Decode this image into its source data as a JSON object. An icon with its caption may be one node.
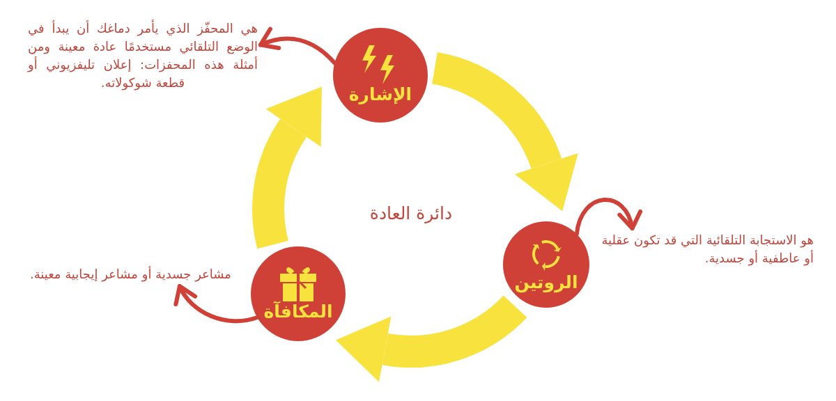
{
  "diagram": {
    "nodes": [
      {
        "text": [
          "الإشارة"
        ]
      },
      {
        "text": [
          "هي المحفّز الذي يأمر دماغك أن يبدأ في الوضع التلقائي مستخدمًا عادة معينة ومن أمثلة هذه المحفزات: إعلان تليفزيوني أو قطعة شوكولاته."
        ]
      },
      {
        "text": [
          "الروتين"
        ]
      },
      {
        "text": [
          "هو الاستجابة التلقائية التي قد تكون عقلية أو عاطفية أو جسدية."
        ]
      },
      {
        "text": [
          "المكافآة"
        ]
      },
      {
        "text": [
          "مشاعر جسدية أو مشاعر إيجابية معينة."
        ]
      }
    ],
    "edges": [
      {
        "from": 0,
        "to": 1,
        "arrow": "to",
        "color": "#cf4137"
      },
      {
        "from": 2,
        "to": 3,
        "arrow": "to",
        "color": "#cf4137"
      },
      {
        "from": 4,
        "to": 5,
        "arrow": "to",
        "color": "#cf4137"
      },
      {
        "from": 0,
        "to": 2,
        "arrow": "to",
        "style": "thick",
        "color": "#f8e23e"
      },
      {
        "from": 2,
        "to": 4,
        "arrow": "to",
        "style": "thick",
        "color": "#f8e23e"
      },
      {
        "from": 4,
        "to": 0,
        "arrow": "to",
        "style": "thick",
        "color": "#f8e23e"
      }
    ],
    "labels": [
      "دائرة العادة"
    ]
  }
}
